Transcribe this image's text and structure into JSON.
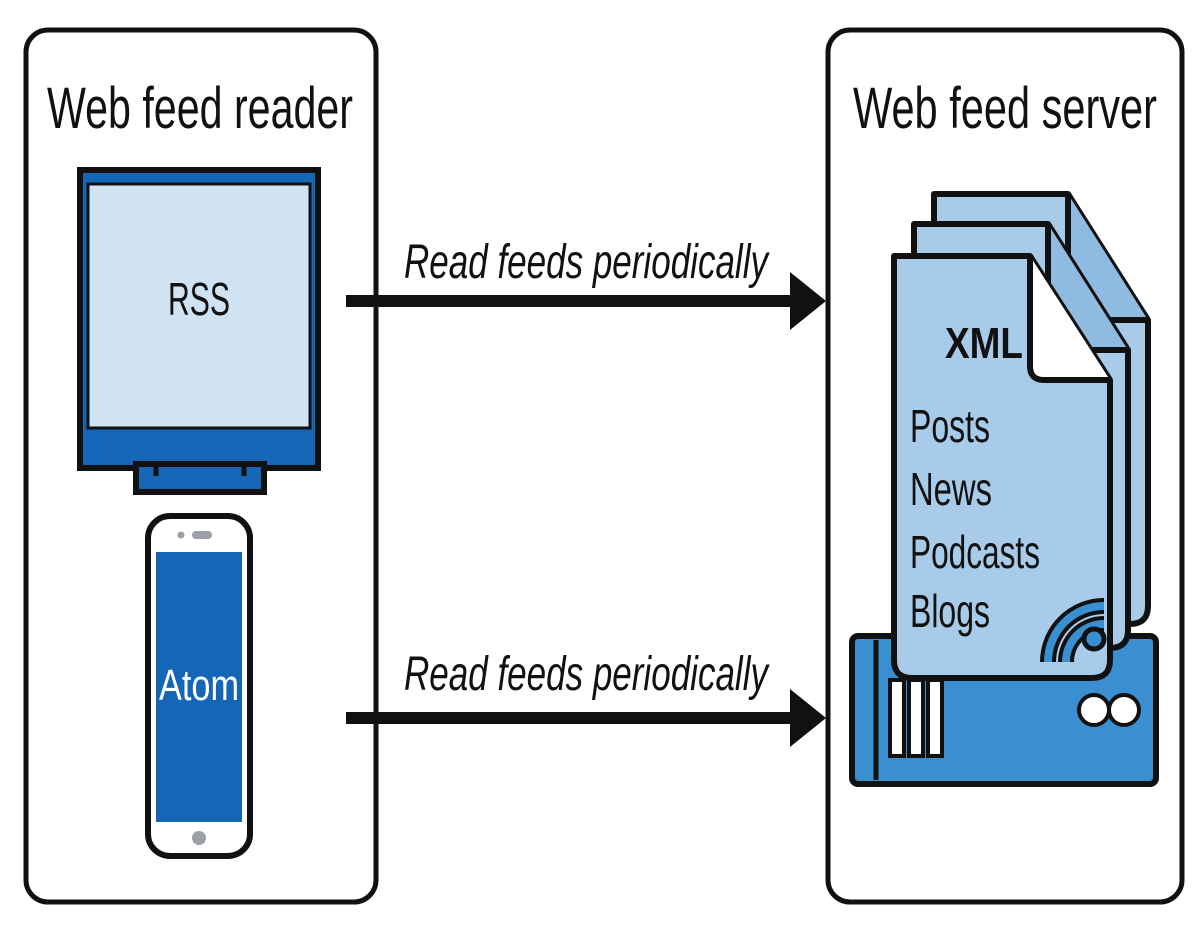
{
  "reader": {
    "title": "Web feed reader",
    "desktop_label": "RSS",
    "phone_label": "Atom"
  },
  "server": {
    "title": "Web feed server",
    "doc_format": "XML",
    "doc_items": [
      "Posts",
      "News",
      "Podcasts",
      "Blogs"
    ]
  },
  "arrows": {
    "top_label": "Read feeds periodically",
    "bottom_label": "Read feeds periodically"
  },
  "colors": {
    "outline": "#111111",
    "screen_light": "#cfe3f2",
    "blue_dark": "#1566b7",
    "blue_mid": "#3a8fd0",
    "doc_fill": "#a7cbe9",
    "server_fill": "#3a8fd0"
  },
  "icons": [
    "desktop-monitor-icon",
    "smartphone-icon",
    "xml-document-stack-icon",
    "feed-icon",
    "server-icon"
  ]
}
